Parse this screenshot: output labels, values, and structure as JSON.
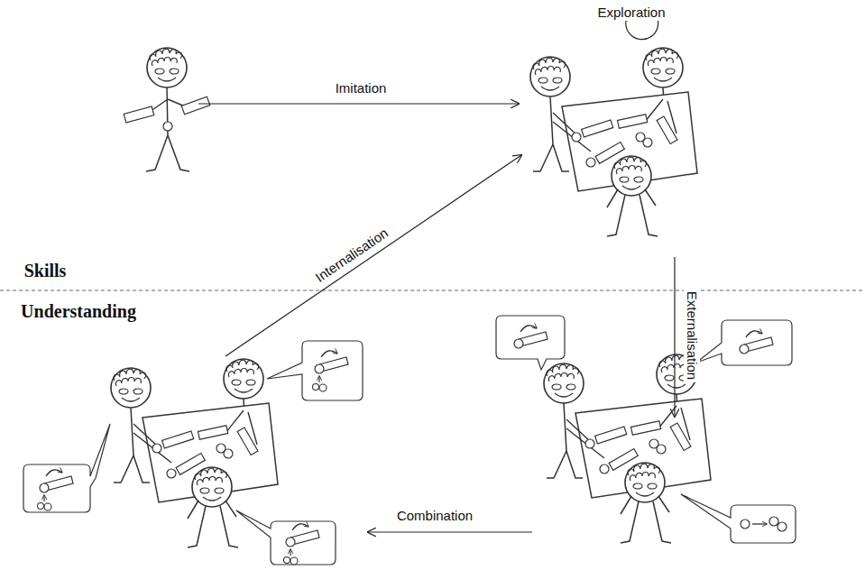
{
  "diagram": {
    "labels": [
      "Imitation",
      "Exploration",
      "Skills",
      "Externalisation",
      "Understanding",
      "Internalisation",
      "Combination"
    ]
  }
}
